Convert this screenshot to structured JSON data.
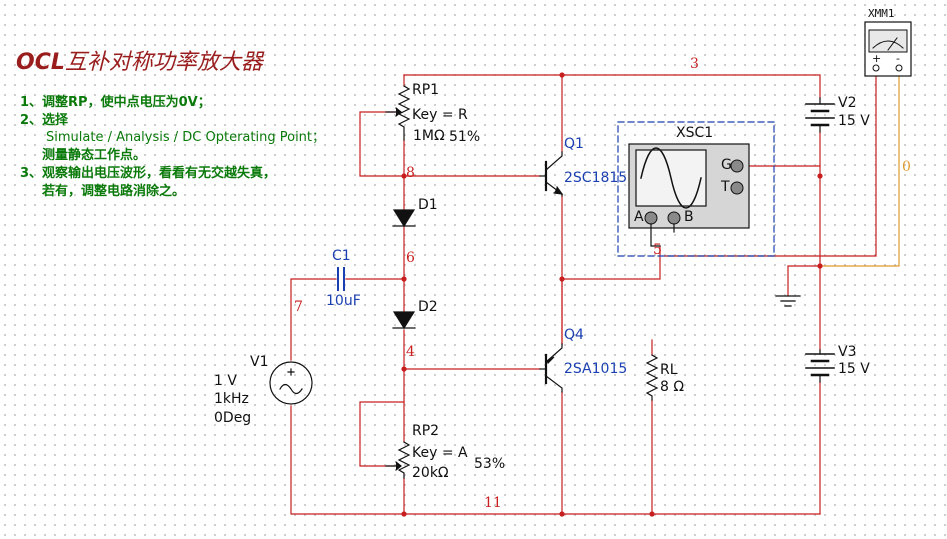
{
  "title_prefix": "OCL",
  "title_suffix": "互补对称功率放大器",
  "instructions": {
    "line1": "1、调整RP，使中点电压为0V；",
    "line2": "2、选择",
    "line3": "Simulate / Analysis / DC Opterating Point；",
    "line4": "测量静态工作点。",
    "line5": "3、观察输出电压波形，看看有无交越失真，",
    "line6": "若有，调整电路消除之。"
  },
  "components": {
    "rp1": {
      "name": "RP1",
      "key": "Key = R",
      "value": "1MΩ",
      "percent": "51%"
    },
    "rp2": {
      "name": "RP2",
      "key": "Key = A",
      "value": "20kΩ",
      "percent": "53%"
    },
    "q1": {
      "name": "Q1",
      "part": "2SC1815"
    },
    "q4": {
      "name": "Q4",
      "part": "2SA1015"
    },
    "d1": {
      "name": "D1"
    },
    "d2": {
      "name": "D2"
    },
    "c1": {
      "name": "C1",
      "value": "10uF"
    },
    "v1": {
      "name": "V1",
      "amplitude": "1 V",
      "frequency": "1kHz",
      "phase": "0Deg"
    },
    "v2": {
      "name": "V2",
      "value": "15 V"
    },
    "v3": {
      "name": "V3",
      "value": "15 V"
    },
    "rl": {
      "name": "RL",
      "value": "8 Ω"
    },
    "xsc1": {
      "name": "XSC1",
      "pin_g": "G",
      "pin_t": "T",
      "pin_a": "A",
      "pin_b": "B"
    },
    "xmm1": {
      "name": "XMM1",
      "plus": "+",
      "minus": "-"
    }
  },
  "nets": {
    "n3": "3",
    "n8": "8",
    "n6": "6",
    "n7": "7",
    "n4": "4",
    "n5": "5",
    "n11": "11",
    "n0": "0"
  },
  "colors": {
    "wire": "#c81e1e",
    "component": "#111111",
    "instrument_wire": "#e09a2e",
    "note_text": "#0a7a0a",
    "title_text": "#9a1d1d",
    "label_blue": "#1a3fb0"
  }
}
